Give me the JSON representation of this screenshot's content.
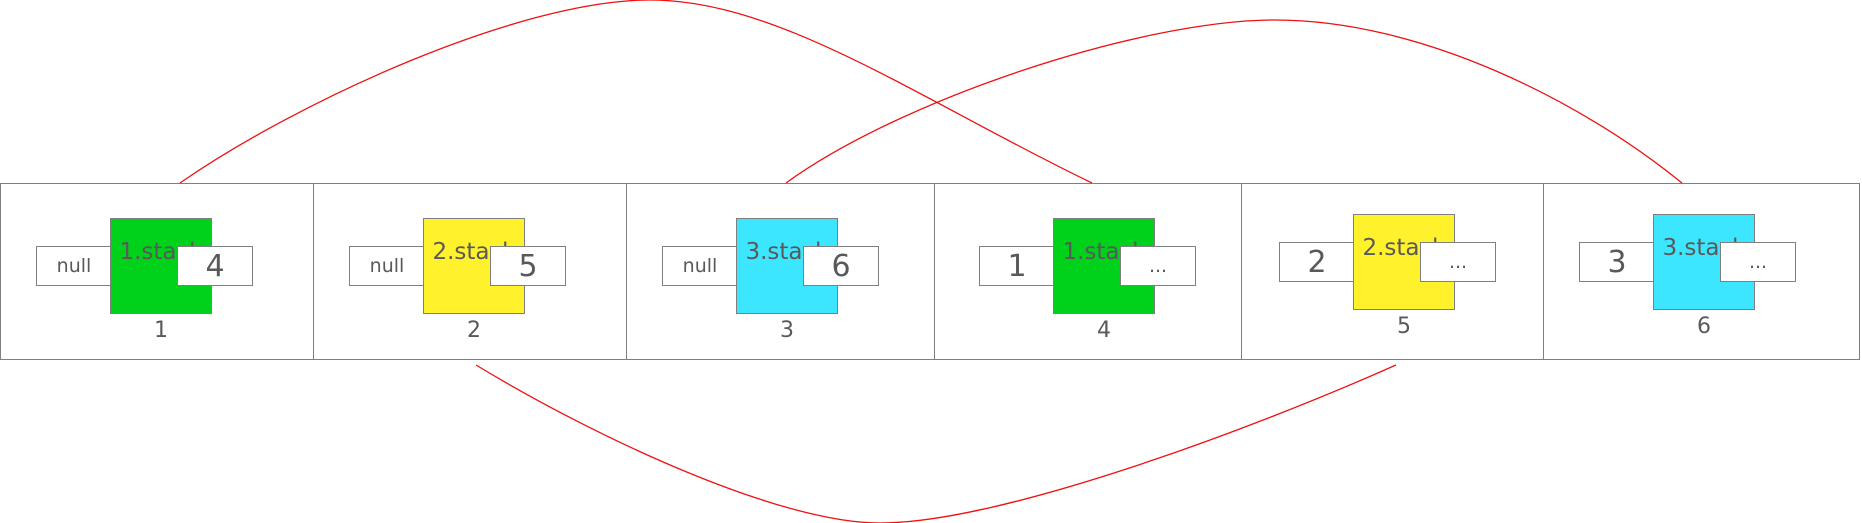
{
  "nodes": [
    {
      "index": "1",
      "left": "null",
      "center": "1.stack",
      "right": "4",
      "color": "#00D11A",
      "left_style": "small",
      "right_style": "big"
    },
    {
      "index": "2",
      "left": "null",
      "center": "2.stack",
      "right": "5",
      "color": "#FFF12B",
      "left_style": "small",
      "right_style": "big"
    },
    {
      "index": "3",
      "left": "null",
      "center": "3.stack",
      "right": "6",
      "color": "#3DE6FF",
      "left_style": "small",
      "right_style": "big"
    },
    {
      "index": "4",
      "left": "1",
      "center": "1.stack",
      "right": "...",
      "color": "#00D11A",
      "left_style": "big",
      "right_style": "small"
    },
    {
      "index": "5",
      "left": "2",
      "center": "2.stack",
      "right": "...",
      "color": "#FFF12B",
      "left_style": "big",
      "right_style": "small"
    },
    {
      "index": "6",
      "left": "3",
      "center": "3.stack",
      "right": "...",
      "color": "#3DE6FF",
      "left_style": "big",
      "right_style": "small"
    }
  ],
  "colors": {
    "border": "#7f7f7f",
    "link": "#ee1111",
    "text": "#595959"
  }
}
